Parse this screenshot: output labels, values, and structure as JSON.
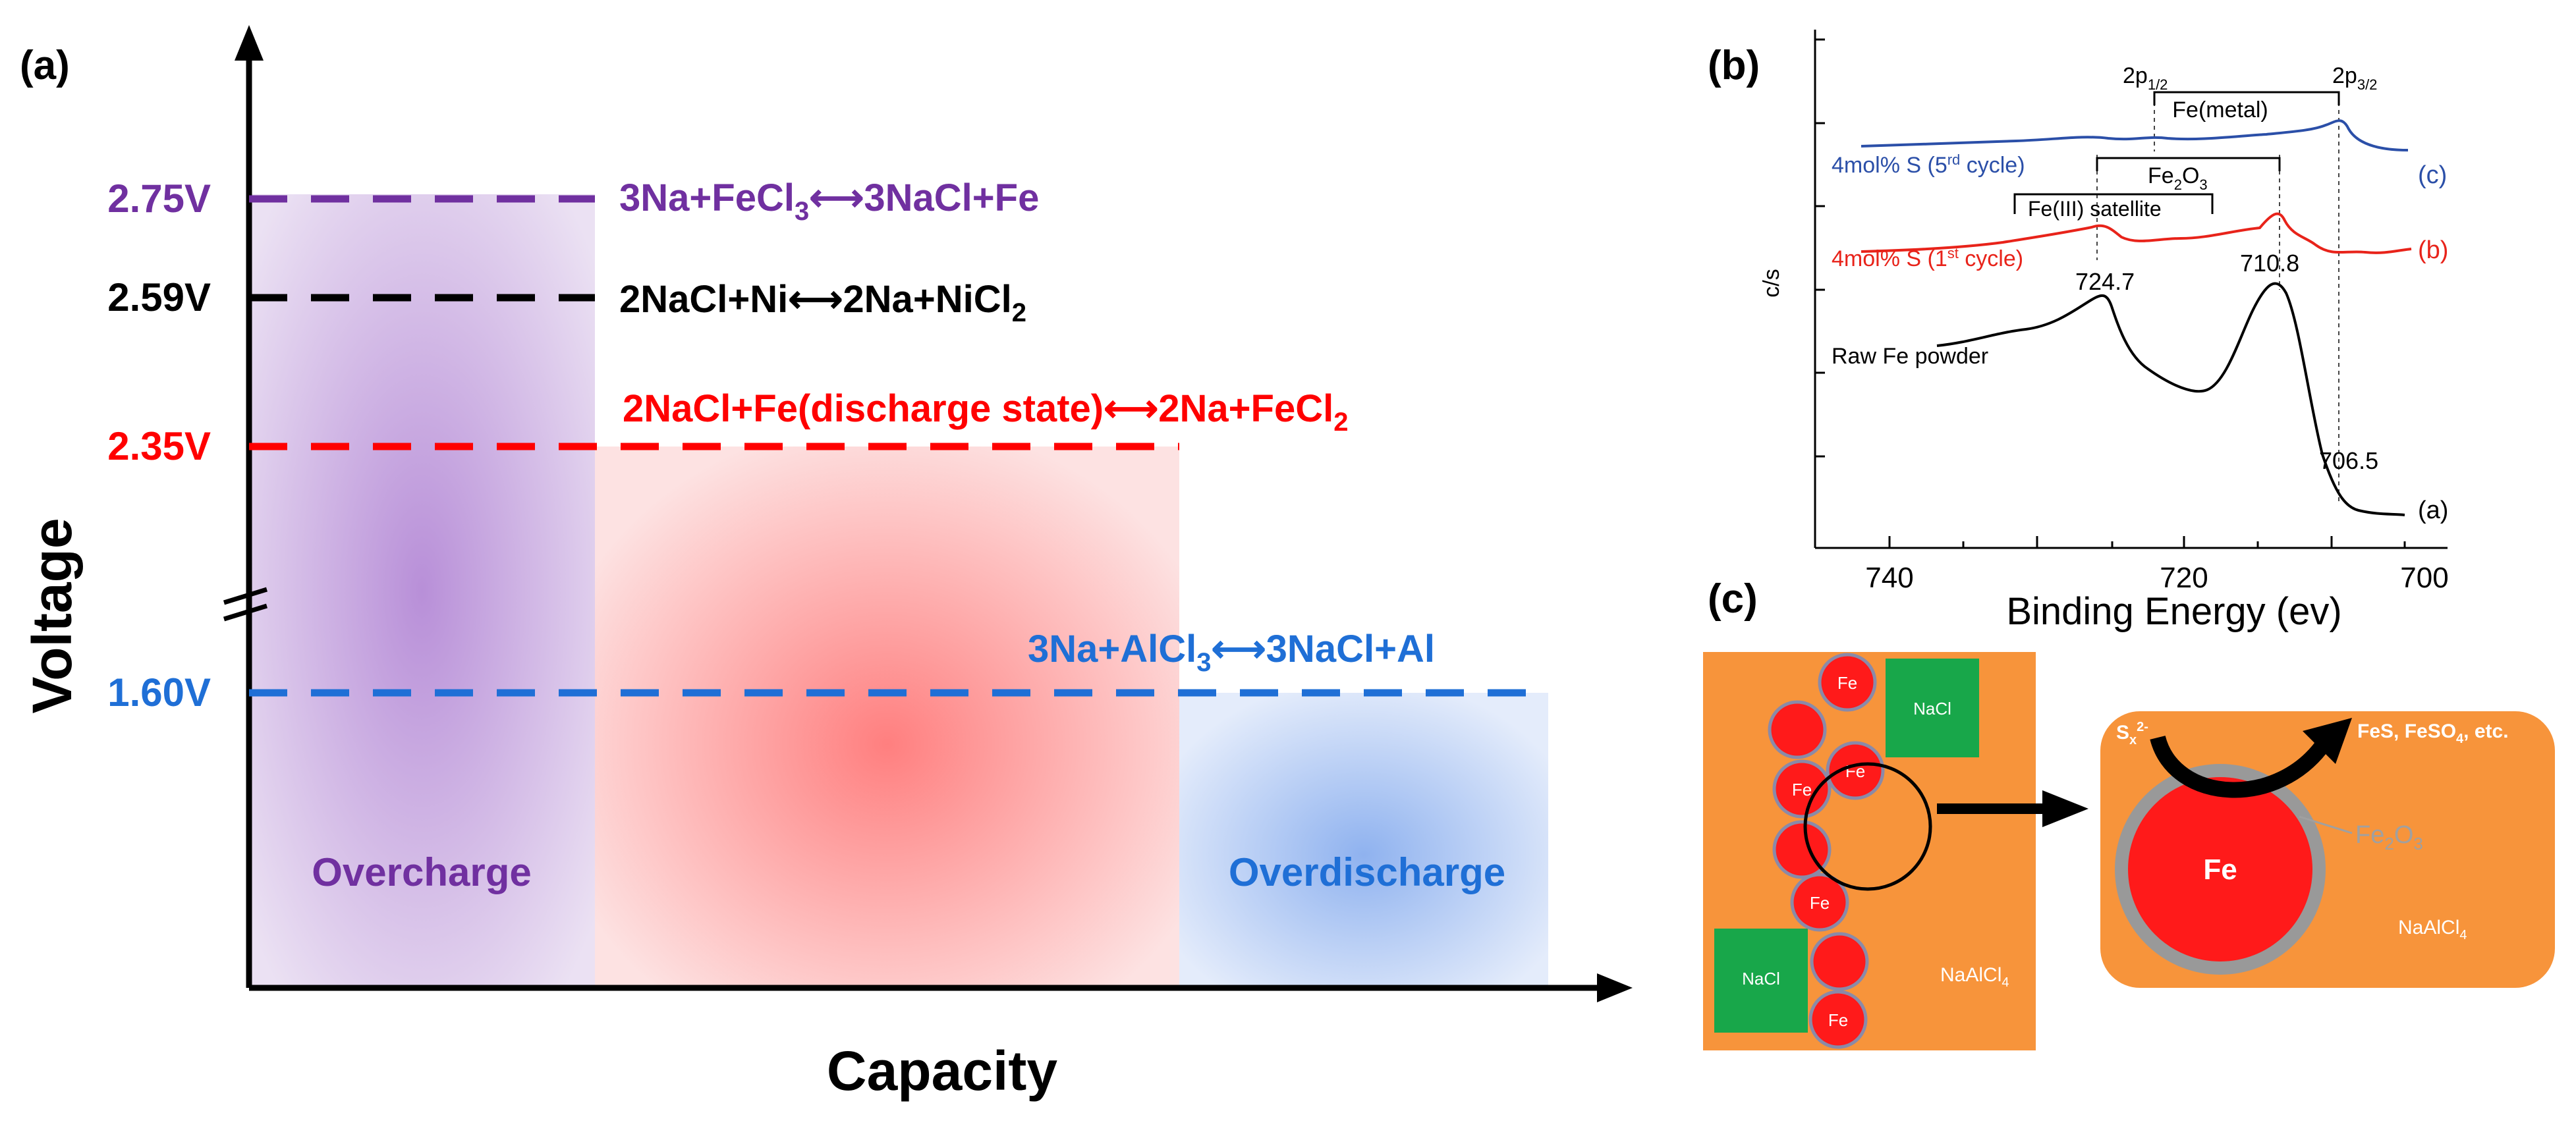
{
  "panel_a": {
    "label": "(a)",
    "y_axis_title": "Voltage",
    "x_axis_title": "Capacity",
    "levels": [
      {
        "id": "v275",
        "value": "2.75V",
        "color": "#7030a0",
        "reaction_parts": [
          "3Na+FeCl",
          "3",
          "⟷3NaCl+Fe"
        ]
      },
      {
        "id": "v259",
        "value": "2.59V",
        "color": "#000000",
        "reaction_parts": [
          "2NaCl+Ni⟷2Na+NiCl",
          "2",
          ""
        ]
      },
      {
        "id": "v235",
        "value": "2.35V",
        "color": "#ff0000",
        "reaction_parts": [
          "2NaCl+Fe(discharge state)⟷2Na+FeCl",
          "2",
          ""
        ]
      },
      {
        "id": "v160",
        "value": "1.60V",
        "color": "#1f6fd6",
        "reaction_parts": [
          "3Na+AlCl",
          "3",
          "⟷3NaCl+Al"
        ]
      }
    ],
    "regions": {
      "overcharge": {
        "label": "Overcharge",
        "color": "#7030a0"
      },
      "overdischarge": {
        "label": "Overdischarge",
        "color": "#1f6fd6"
      }
    }
  },
  "panel_b": {
    "label": "(b)",
    "y_axis_title": "c/s",
    "x_axis_title": "Binding Energy (ev)",
    "x_ticks": [
      "740",
      "720",
      "700"
    ],
    "peak_labels": {
      "p12": [
        "2p",
        "1/2"
      ],
      "p32": [
        "2p",
        "3/2"
      ]
    },
    "brackets": {
      "fe_metal": "Fe(metal)",
      "fe2o3": [
        "Fe",
        "2",
        "O",
        "3"
      ],
      "fe3_sat": "Fe(III) satellite"
    },
    "positions": [
      "724.7",
      "710.8",
      "706.5"
    ],
    "curves": [
      {
        "id": "c",
        "name_parts": [
          "4mol% S (5",
          "rd",
          " cycle)"
        ],
        "tag": "(c)",
        "color": "#2b4fa8"
      },
      {
        "id": "b",
        "name_parts": [
          "4mol% S (1",
          "st",
          " cycle)"
        ],
        "tag": "(b)",
        "color": "#e8231a"
      },
      {
        "id": "a",
        "name_parts": [
          "Raw Fe powder",
          "",
          ""
        ],
        "tag": "(a)",
        "color": "#000000"
      }
    ]
  },
  "panel_c": {
    "label": "(c)",
    "fe": "Fe",
    "nacl": "NaCl",
    "naalcl4": [
      "NaAlCl",
      "4"
    ],
    "sx": [
      "S",
      "x",
      "2-"
    ],
    "products": [
      "FeS, FeSO",
      "4",
      ", etc."
    ],
    "fe2o3": [
      "Fe",
      "2",
      "O",
      "3"
    ]
  }
}
